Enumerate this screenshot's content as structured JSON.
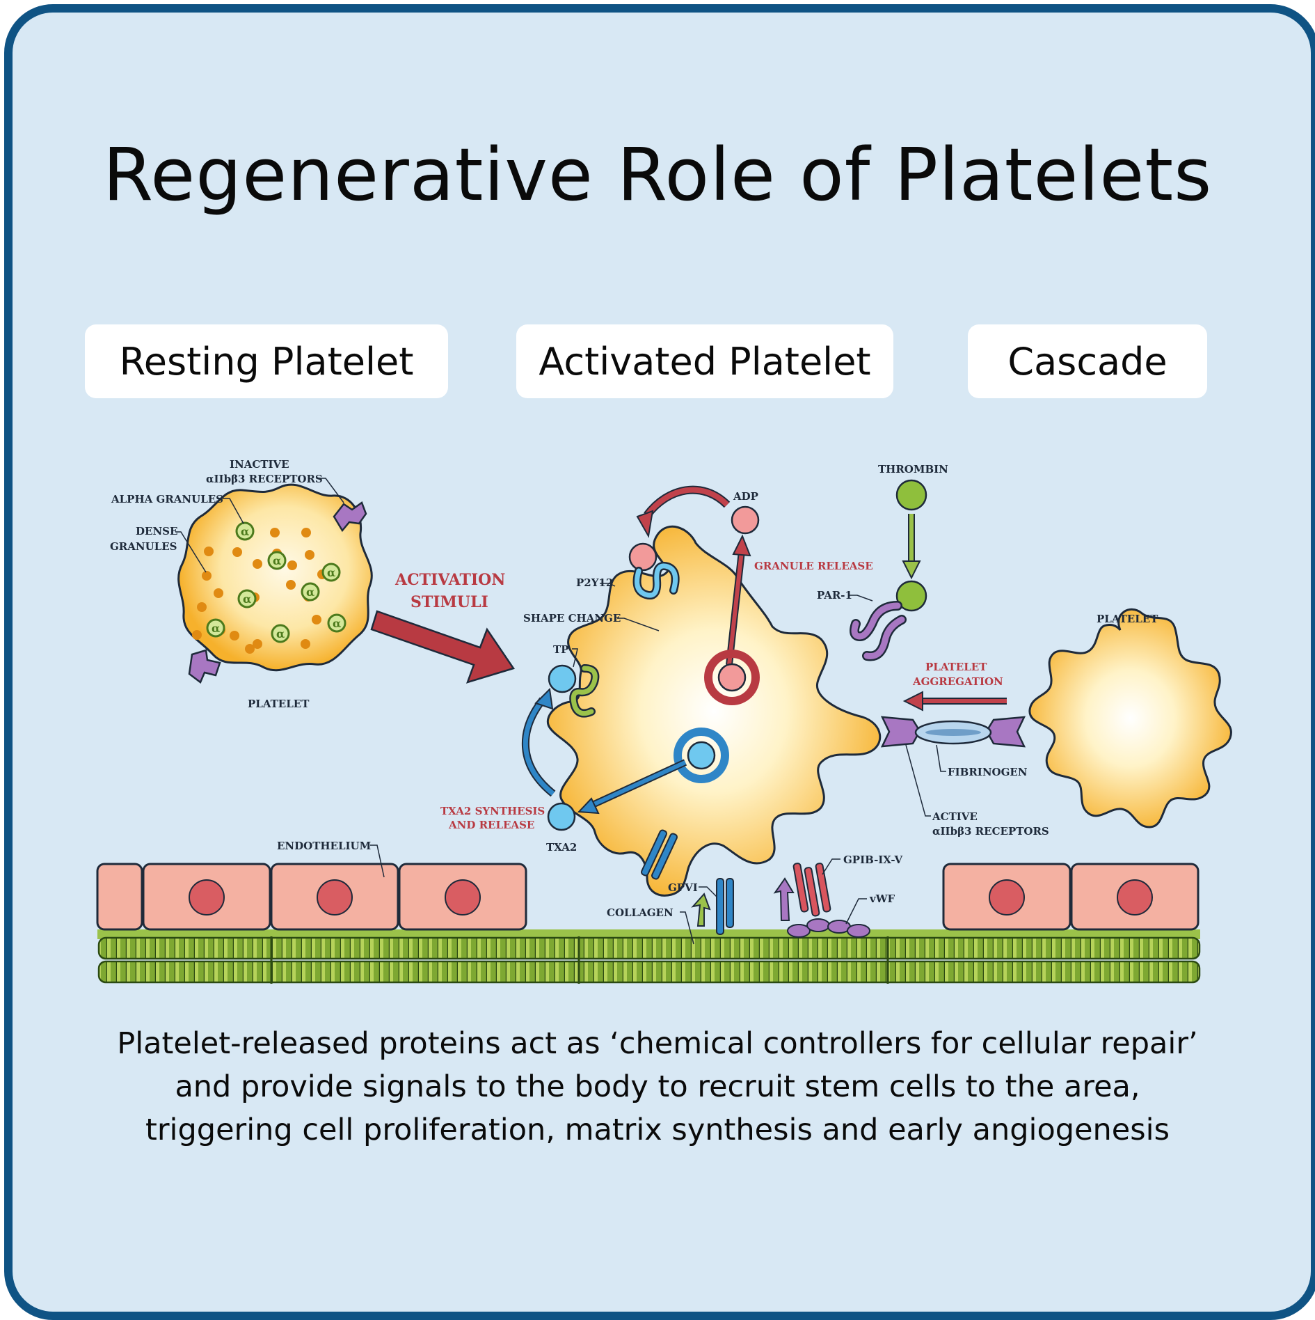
{
  "title": "Regenerative Role of Platelets",
  "tabs": [
    {
      "label": "Resting Platelet"
    },
    {
      "label": "Activated Platelet"
    },
    {
      "label": "Cascade"
    }
  ],
  "diagram": {
    "labels": {
      "inactive_receptors_1": "INACTIVE",
      "inactive_receptors_2": "αIIbβ3 RECEPTORS",
      "alpha_granules": "ALPHA GRANULES",
      "dense_granules_1": "DENSE",
      "dense_granules_2": "GRANULES",
      "platelet_resting": "PLATELET",
      "activation_stimuli_1": "ACTIVATION",
      "activation_stimuli_2": "STIMULI",
      "adp": "ADP",
      "granule_release": "GRANULE RELEASE",
      "p2y12": "P2Y12",
      "shape_change": "SHAPE CHANGE",
      "tp": "TP",
      "txa2_synthesis_1": "TXA2 SYNTHESIS",
      "txa2_synthesis_2": "AND RELEASE",
      "txa2": "TXA2",
      "thrombin": "THROMBIN",
      "par1": "PAR-1",
      "platelet_aggregation_1": "PLATELET",
      "platelet_aggregation_2": "AGGREGATION",
      "platelet_right": "PLATELET",
      "fibrinogen": "FIBRINOGEN",
      "active_receptors_1": "ACTIVE",
      "active_receptors_2": "αIIbβ3 RECEPTORS",
      "endothelium": "ENDOTHELIUM",
      "gpib": "GPIB-IX-V",
      "gpvi": "GPVI",
      "vwf": "vWF",
      "collagen": "COLLAGEN",
      "granule_alpha_symbol": "α"
    },
    "colors": {
      "platelet_fill": "#f7b731",
      "platelet_center": "#fff7e0",
      "dense_granule": "#e08a12",
      "alpha_granule": "#b9d46b",
      "receptor": "#a877c2",
      "red_arrow": "#b83a42",
      "blue_arrow": "#2f86c7",
      "endothelium_cell": "#f4b1a2",
      "nucleus": "#d95d62",
      "collagen": "#7ea832",
      "thrombin": "#8fbf3c"
    }
  },
  "caption": {
    "line1": "Platelet-released proteins act as ‘chemical controllers for cellular repair’",
    "line2": "and provide signals to the body to recruit stem cells to the area,",
    "line3": "triggering cell proliferation, matrix synthesis and early angiogenesis"
  }
}
